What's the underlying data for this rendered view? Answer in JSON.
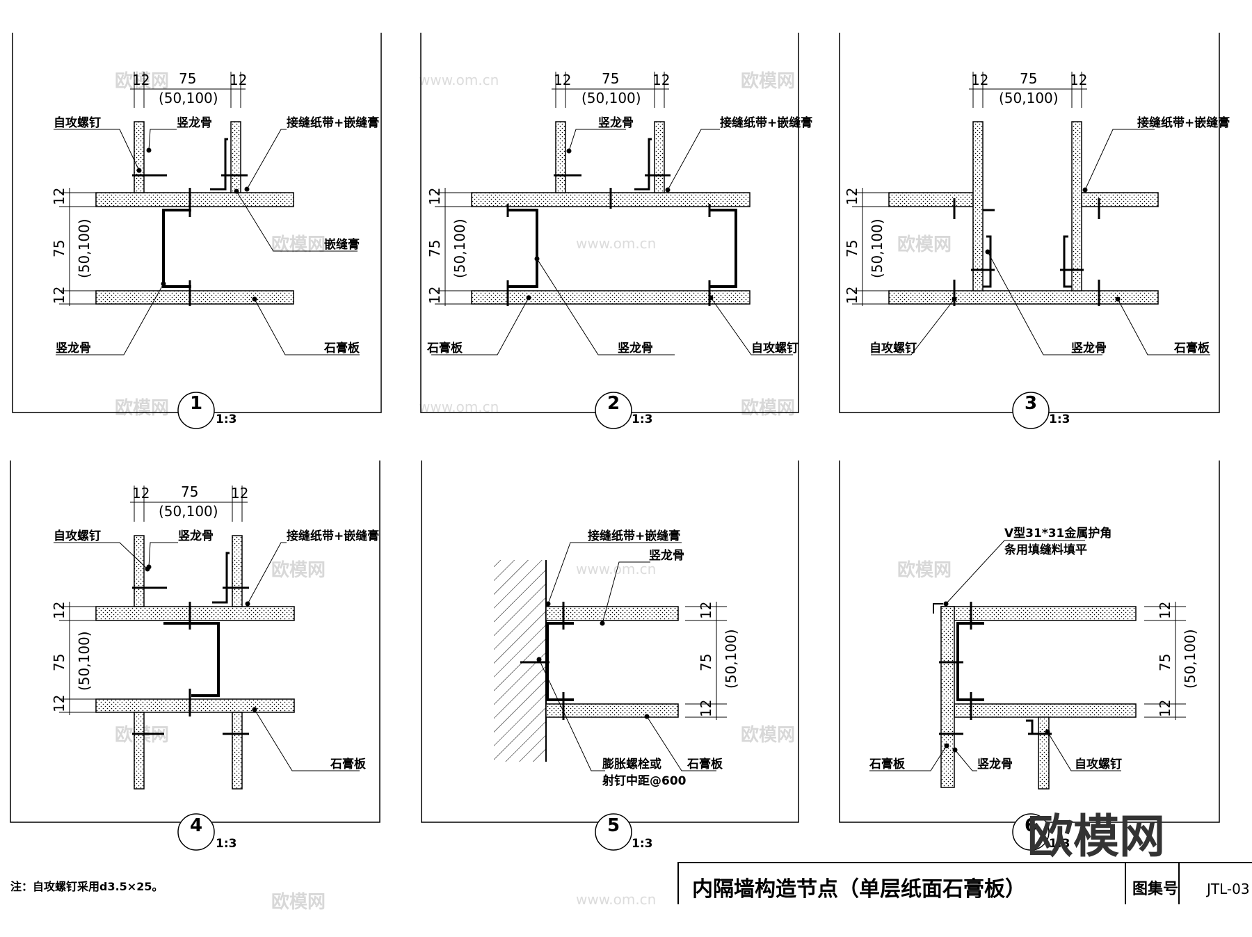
{
  "sheet": {
    "title": "内隔墙构造节点（单层纸面石膏板）",
    "atlas_label": "图集号",
    "atlas_number": "JTL-03",
    "note": "注：自攻螺钉采用d3.5×25。",
    "watermark_text": "欧模网",
    "watermark_url": "www.om.cn",
    "brand_watermark": "欧模网"
  },
  "nodes": [
    {
      "number": "1",
      "scale": "1:3",
      "dims": {
        "a": "12",
        "b": "75",
        "c": "12",
        "alt": "(50,100)"
      },
      "labels": {
        "screw": "自攻螺钉",
        "stud_top": "竖龙骨",
        "tape": "接缝纸带+嵌缝膏",
        "putty": "嵌缝膏",
        "stud_bottom": "竖龙骨",
        "board": "石膏板"
      }
    },
    {
      "number": "2",
      "scale": "1:3",
      "dims": {
        "a": "12",
        "b": "75",
        "c": "12",
        "alt": "(50,100)"
      },
      "labels": {
        "stud_top": "竖龙骨",
        "tape": "接缝纸带+嵌缝膏",
        "board": "石膏板",
        "stud_bottom": "竖龙骨",
        "screw": "自攻螺钉"
      }
    },
    {
      "number": "3",
      "scale": "1:3",
      "dims": {
        "a": "12",
        "b": "75",
        "c": "12",
        "alt": "(50,100)"
      },
      "labels": {
        "tape": "接缝纸带+嵌缝膏",
        "screw": "自攻螺钉",
        "stud": "竖龙骨",
        "board": "石膏板"
      }
    },
    {
      "number": "4",
      "scale": "1:3",
      "dims": {
        "a": "12",
        "b": "75",
        "c": "12",
        "alt": "(50,100)"
      },
      "labels": {
        "screw": "自攻螺钉",
        "stud": "竖龙骨",
        "tape": "接缝纸带+嵌缝膏",
        "board": "石膏板"
      }
    },
    {
      "number": "5",
      "scale": "1:3",
      "dims": {
        "a": "12",
        "b": "75",
        "c": "12",
        "alt": "(50,100)"
      },
      "labels": {
        "tape": "接缝纸带+嵌缝膏",
        "stud": "竖龙骨",
        "bolt_line1": "膨胀螺栓或",
        "bolt_line2": "射钉中距@600",
        "board": "石膏板"
      }
    },
    {
      "number": "6",
      "scale": "1:3",
      "dims": {
        "a": "12",
        "b": "75",
        "c": "12",
        "alt": "(50,100)"
      },
      "labels": {
        "corner_line1": "V型31*31金属护角",
        "corner_line2": "条用填缝料填平",
        "board": "石膏板",
        "stud": "竖龙骨",
        "screw": "自攻螺钉"
      }
    }
  ]
}
